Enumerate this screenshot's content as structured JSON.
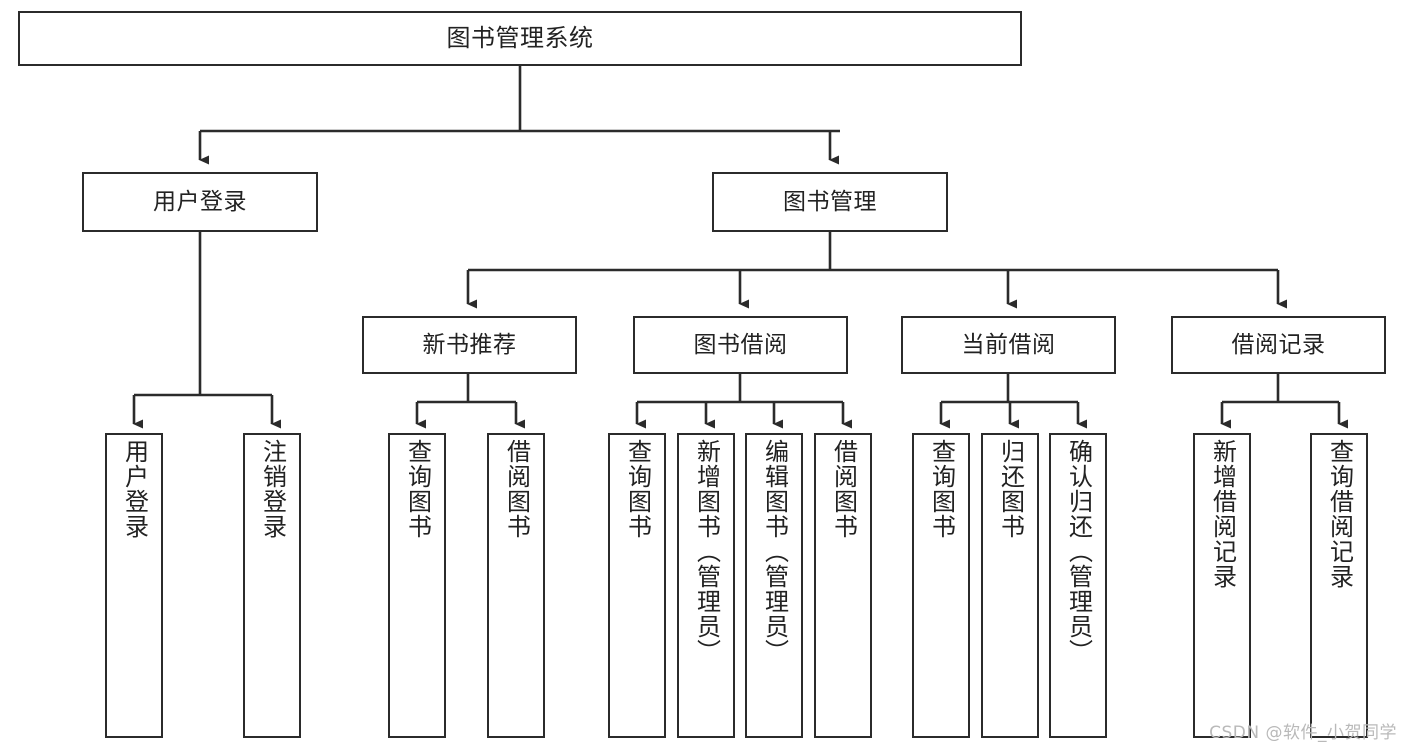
{
  "diagram": {
    "title": "图书管理系统",
    "root": {
      "label": "图书管理系统"
    },
    "level2": [
      {
        "label": "用户登录"
      },
      {
        "label": "图书管理"
      }
    ],
    "level3": [
      {
        "label": "新书推荐"
      },
      {
        "label": "图书借阅"
      },
      {
        "label": "当前借阅"
      },
      {
        "label": "借阅记录"
      }
    ],
    "leaves": {
      "user_login": [
        {
          "label": "用户登录"
        },
        {
          "label": "注销登录"
        }
      ],
      "new_book_recommend": [
        {
          "label": "查询图书"
        },
        {
          "label": "借阅图书"
        }
      ],
      "book_borrow": [
        {
          "label": "查询图书"
        },
        {
          "label": "新增图书（管理员）"
        },
        {
          "label": "编辑图书（管理员）"
        },
        {
          "label": "借阅图书"
        }
      ],
      "current_borrow": [
        {
          "label": "查询图书"
        },
        {
          "label": "归还图书"
        },
        {
          "label": "确认归还（管理员）"
        }
      ],
      "borrow_record": [
        {
          "label": "新增借阅记录"
        },
        {
          "label": "查询借阅记录"
        }
      ]
    },
    "watermark": "CSDN @软件_小贺同学",
    "colors": {
      "border": "#2b2b2b",
      "text": "#222222",
      "background": "#ffffff",
      "watermark": "#b9b9b9"
    }
  }
}
